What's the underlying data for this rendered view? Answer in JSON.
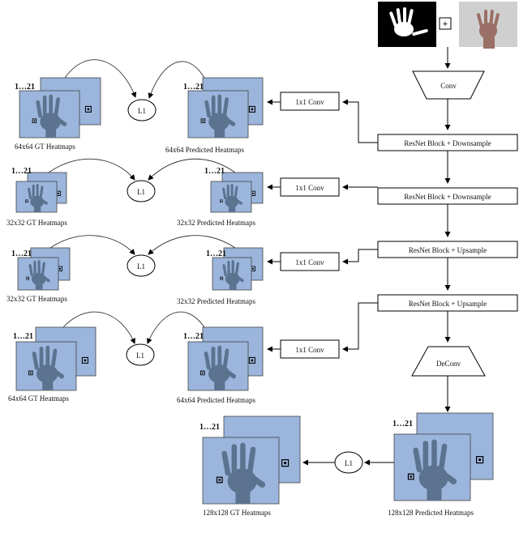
{
  "input": {
    "plus_symbol": "+"
  },
  "blocks": {
    "conv": "Conv",
    "res1": "ResNet Block + Downsample",
    "res2": "ResNet Block + Downsample",
    "res3": "ResNet Block + Upsample",
    "res4": "ResNet Block + Upsample",
    "deconv": "DeConv"
  },
  "conv1x1": [
    "1x1 Conv",
    "1x1 Conv",
    "1x1 Conv",
    "1x1 Conv"
  ],
  "loss_label": "L1",
  "heatmap_index": "1…21",
  "rows": [
    {
      "gt": "64x64 GT Heatmaps",
      "pred": "64x64 Predicted Heatmaps"
    },
    {
      "gt": "32x32 GT Heatmaps",
      "pred": "32x32 Predicted Heatmaps"
    },
    {
      "gt": "32x32 GT Heatmaps",
      "pred": "32x32 Predicted Heatmaps"
    },
    {
      "gt": "64x64 GT Heatmaps",
      "pred": "64x64 Predicted Heatmaps"
    }
  ],
  "bottom": {
    "gt": "128x128 GT Heatmaps",
    "pred": "128x128 Predicted Heatmaps"
  },
  "colors": {
    "heatmap_bg": "#9bb5dc",
    "hand": "#5c7390",
    "mask_bg": "#000000",
    "photo_bg": "#cfcfcf"
  }
}
